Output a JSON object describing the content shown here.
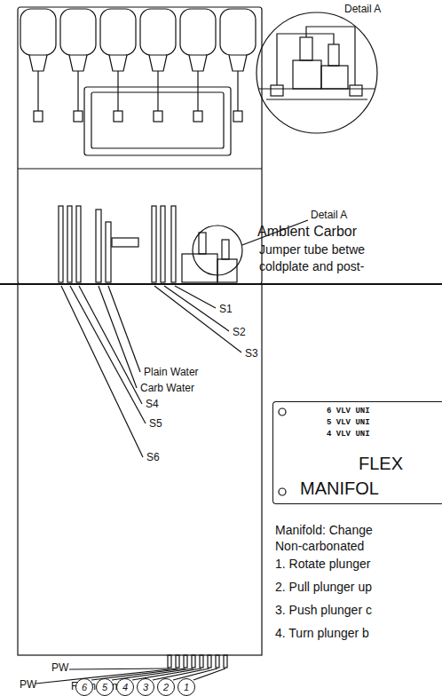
{
  "diagram": {
    "nodes": [
      {
        "text": [
          "6 VLV UNI",
          "5 VLV UNI",
          "4 VLV UNI",
          "FLEX",
          "MANIFOL"
        ]
      },
      {
        "text": [
          "6"
        ]
      },
      {
        "text": [
          "5"
        ]
      },
      {
        "text": [
          "4"
        ]
      },
      {
        "text": [
          "3"
        ]
      },
      {
        "text": [
          "2"
        ]
      },
      {
        "text": [
          "1"
        ]
      }
    ],
    "edges": [],
    "labels": [
      "Detail A",
      "Detail A",
      "Ambient Carbor",
      "Jumper tube betwe",
      "coldplate and post-",
      "S1",
      "S2",
      "S3",
      "Plain Water",
      "Carb Water",
      "S4",
      "S5",
      "S6",
      "Manifold: Change",
      "Non-carbonated",
      "1. Rotate plunger",
      "2. Pull plunger up",
      "3. Push plunger c",
      "4. Turn plunger b",
      "PW",
      "From Pump",
      "PW"
    ]
  }
}
